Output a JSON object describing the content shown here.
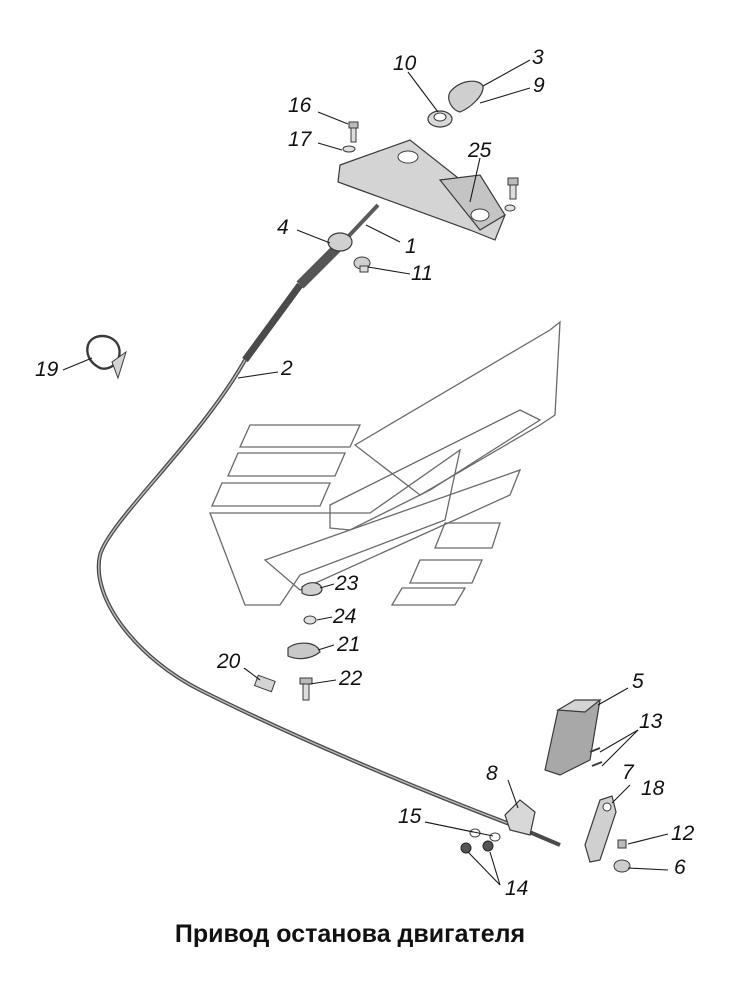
{
  "caption": "Привод останова двигателя",
  "colors": {
    "part_fill": "#d4d4d4",
    "part_stroke": "#3a3a3a",
    "cable": "#4a4a4a",
    "logo_stroke": "#6a6a6a",
    "text": "#111111"
  },
  "callouts": [
    {
      "key": "p1",
      "label": "1"
    },
    {
      "key": "p2",
      "label": "2"
    },
    {
      "key": "p3",
      "label": "3"
    },
    {
      "key": "p4",
      "label": "4"
    },
    {
      "key": "p5",
      "label": "5"
    },
    {
      "key": "p6",
      "label": "6"
    },
    {
      "key": "p7",
      "label": "7"
    },
    {
      "key": "p8",
      "label": "8"
    },
    {
      "key": "p9",
      "label": "9"
    },
    {
      "key": "p10",
      "label": "10"
    },
    {
      "key": "p11",
      "label": "11"
    },
    {
      "key": "p12",
      "label": "12"
    },
    {
      "key": "p13",
      "label": "13"
    },
    {
      "key": "p14",
      "label": "14"
    },
    {
      "key": "p15",
      "label": "15"
    },
    {
      "key": "p16",
      "label": "16"
    },
    {
      "key": "p17",
      "label": "17"
    },
    {
      "key": "p18",
      "label": "18"
    },
    {
      "key": "p19",
      "label": "19"
    },
    {
      "key": "p20",
      "label": "20"
    },
    {
      "key": "p21",
      "label": "21"
    },
    {
      "key": "p22",
      "label": "22"
    },
    {
      "key": "p23",
      "label": "23"
    },
    {
      "key": "p24",
      "label": "24"
    },
    {
      "key": "p25",
      "label": "25"
    }
  ]
}
